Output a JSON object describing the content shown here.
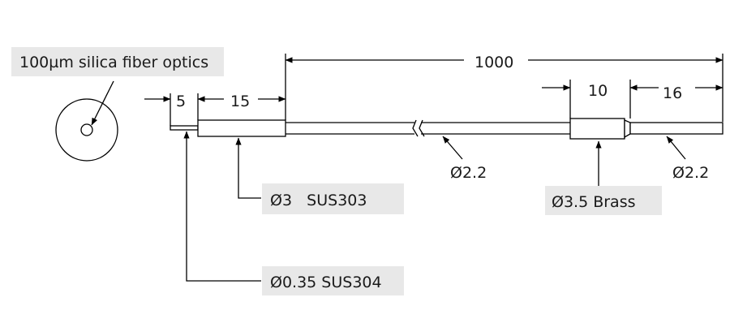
{
  "labels": {
    "fiber_optics": "100µm silica fiber optics",
    "dim_5": "5",
    "dim_15": "15",
    "dim_1000": "1000",
    "dim_10": "10",
    "dim_16": "16",
    "dia_2_2_left": "Ø2.2",
    "dia_2_2_right": "Ø2.2",
    "dia_3_sus303": "Ø3   SUS303",
    "dia_3_5_brass": "Ø3.5 Brass",
    "dia_0_35_sus304": "Ø0.35 SUS304"
  },
  "colors": {
    "line": "#000000",
    "callout_background": "#e8e8e8",
    "text": "#1a1a1a"
  }
}
